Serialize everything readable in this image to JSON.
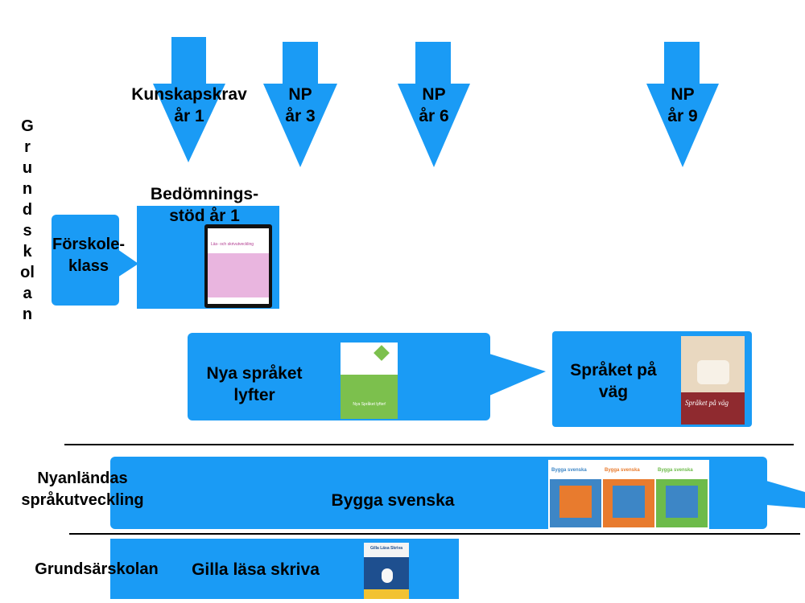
{
  "arrows": [
    {
      "line1": "Kunskapskrav",
      "line2": "år 1"
    },
    {
      "line1": "NP",
      "line2": "år 3"
    },
    {
      "line1": "NP",
      "line2": "år 6"
    },
    {
      "line1": "NP",
      "line2": "år 9"
    }
  ],
  "side_label": [
    "G",
    "r",
    "u",
    "n",
    "d",
    "s",
    "k",
    "ol",
    "a",
    "n"
  ],
  "boxes": {
    "forskoleklass": {
      "line1": "Förskole-",
      "line2": "klass"
    },
    "bedomningsstod": {
      "line1": "Bedömnings-",
      "line2": "stöd år 1"
    },
    "nya_spraket": {
      "line1": "Nya språket",
      "line2": "lyfter"
    },
    "spraket_pa_vag": {
      "line1": "Språket på",
      "line2": "väg"
    },
    "bygga_svenska": "Bygga svenska",
    "gilla_lasa": "Gilla läsa skriva"
  },
  "row_labels": {
    "nyanlandas_line1": "Nyanländas",
    "nyanlandas_line2": "språkutveckling",
    "grundsarskolan": "Grundsärskolan"
  },
  "book_covers": {
    "bedomning_title": "Läs- och skrivutveckling",
    "nya_title": "Nya Språket lyfter!",
    "vag_title": "Språket på väg",
    "bygga_title": "Bygga svenska",
    "gilla_title": "Gilla Läsa Skriva"
  },
  "colors": {
    "accent": "#1a9bf5"
  }
}
